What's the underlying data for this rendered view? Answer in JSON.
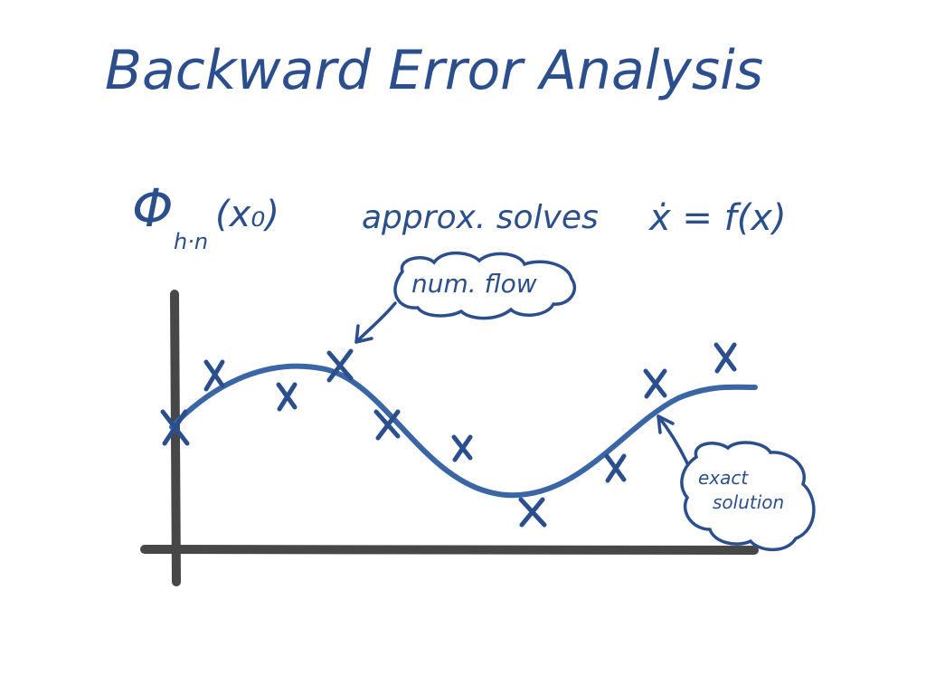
{
  "title": "Backward Error Analysis",
  "statement": {
    "phi_symbol": "Φ",
    "phi_subscript": "h·n",
    "phi_argument": "(x₀)",
    "middle_text": "approx. solves",
    "ode": "ẋ = f(x)"
  },
  "labels": {
    "numerical_flow": "num. flow",
    "exact_solution_line1": "exact",
    "exact_solution_line2": "solution"
  },
  "colors": {
    "ink": "#2b4f8c",
    "curve": "#3a66a6",
    "axes": "#474747"
  }
}
